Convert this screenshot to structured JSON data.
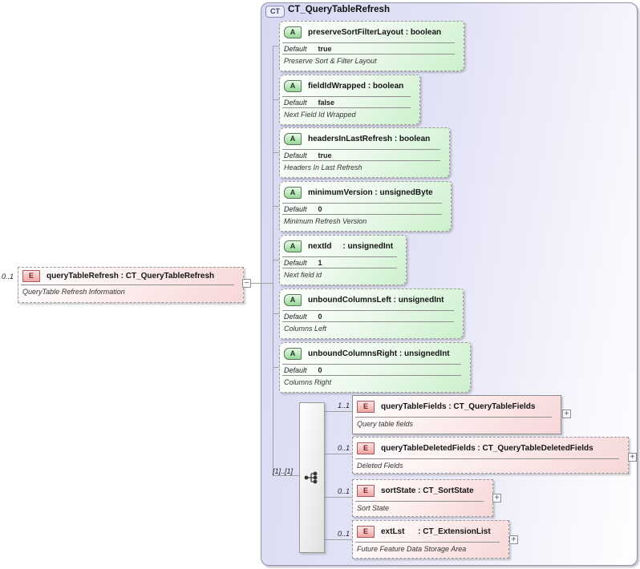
{
  "badges": {
    "complex_type": "CT",
    "attribute": "A",
    "element": "E"
  },
  "labels": {
    "default": "Default",
    "collapse": "−",
    "expand": "+"
  },
  "root_element": {
    "cardinality": "0..1",
    "title": "queryTableRefresh : CT_QueryTableRefresh",
    "description": "QueryTable Refresh Information"
  },
  "complex_type": {
    "title": "CT_QueryTableRefresh",
    "attributes": [
      {
        "title": "preserveSortFilterLayout : boolean",
        "default": "true",
        "description": "Preserve Sort & Filter Layout"
      },
      {
        "title": "fieldIdWrapped : boolean",
        "default": "false",
        "description": "Next Field Id Wrapped"
      },
      {
        "title": "headersInLastRefresh : boolean",
        "default": "true",
        "description": "Headers In Last Refresh"
      },
      {
        "title": "minimumVersion : unsignedByte",
        "default": "0",
        "description": "Minimum Refresh Version"
      },
      {
        "title": "nextId     : unsignedInt",
        "default": "1",
        "description": "Next field id"
      },
      {
        "title": "unboundColumnsLeft : unsignedInt",
        "default": "0",
        "description": "Columns Left"
      },
      {
        "title": "unboundColumnsRight : unsignedInt",
        "default": "0",
        "description": "Columns Right"
      }
    ],
    "sequence": {
      "label": "[1]..[1]",
      "elements": [
        {
          "cardinality": "1..1",
          "title": "queryTableFields : CT_QueryTableFields",
          "description": "Query table fields"
        },
        {
          "cardinality": "0..1",
          "title": "queryTableDeletedFields : CT_QueryTableDeletedFields",
          "description": "Deleted Fields"
        },
        {
          "cardinality": "0..1",
          "title": "sortState : CT_SortState",
          "description": "Sort State"
        },
        {
          "cardinality": "0..1",
          "title": "extLst      : CT_ExtensionList",
          "description": "Future Feature Data Storage Area"
        }
      ]
    }
  },
  "colors": {
    "container_fill": "#d7d7f2",
    "attribute_fill": "#ccf0cc",
    "element_fill": "#f7d7d7",
    "line": "#a2a2a2"
  }
}
